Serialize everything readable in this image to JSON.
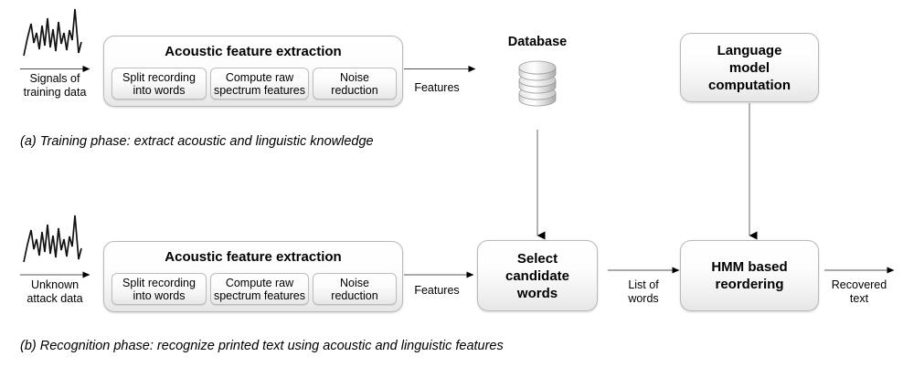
{
  "figure": {
    "panels": [
      {
        "id": "a",
        "caption": "(a) Training phase: extract acoustic and linguistic knowledge",
        "input_label": "Signals of\ntraining data",
        "waveform_icon": "waveform-icon",
        "features_label": "Features",
        "database_heading": "Database",
        "database_icon": "database-cylinder-icon",
        "language_box": "Language\nmodel\ncomputation",
        "acoustic": {
          "title": "Acoustic feature extraction",
          "steps": [
            "Split recording\ninto words",
            "Compute raw\nspectrum features",
            "Noise reduction"
          ]
        }
      },
      {
        "id": "b",
        "caption": "(b) Recognition phase: recognize printed text using acoustic and linguistic features",
        "input_label": "Unknown\nattack data",
        "waveform_icon": "waveform-icon",
        "features_label": "Features",
        "select_box": "Select\ncandidate\nwords",
        "list_label": "List of\nwords",
        "hmm_box": "HMM based\nreordering",
        "output_label": "Recovered\ntext",
        "acoustic": {
          "title": "Acoustic feature extraction",
          "steps": [
            "Split recording\ninto words",
            "Compute raw\nspectrum features",
            "Noise reduction"
          ]
        }
      }
    ]
  },
  "colors": {
    "background": "#ffffff",
    "text": "#000000",
    "box_border": "#b9b9b9",
    "box_fill_top": "#ffffff",
    "box_fill_bottom": "#e6e6e6",
    "arrow": "#000000",
    "connector_line": "#8a8a8a"
  }
}
